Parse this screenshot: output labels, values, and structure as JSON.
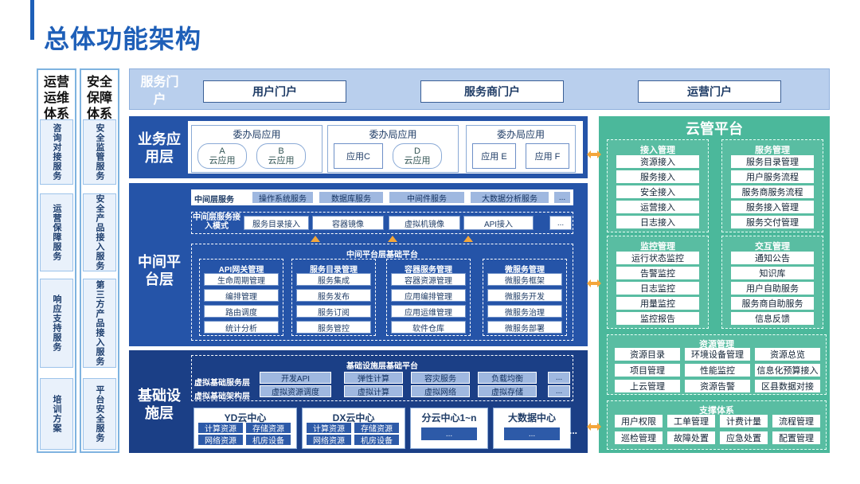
{
  "title": "总体功能架构",
  "left_columns": [
    {
      "head": "运营运维体系",
      "items": [
        "咨询对接服务",
        "运营保障服务",
        "响应支持服务",
        "培训方案"
      ]
    },
    {
      "head": "安全保障体系",
      "items": [
        "安全监管服务",
        "安全产品接入服务",
        "第三方产品接入服务",
        "平台安全服务"
      ]
    }
  ],
  "portal": {
    "label": "服务门户",
    "items": [
      "用户门户",
      "服务商门户",
      "运营门户"
    ]
  },
  "business": {
    "label": "业务应用层",
    "groups": [
      {
        "title": "委办局应用",
        "items": [
          "A\n云应用",
          "B\n云应用"
        ]
      },
      {
        "title": "委办局应用",
        "items": [
          "应用C",
          "D\n云应用"
        ]
      },
      {
        "title": "委办局应用",
        "items": [
          "应用 E",
          "应用 F"
        ]
      }
    ]
  },
  "middle": {
    "label": "中间平台层",
    "services_label": "中间层服务",
    "services": [
      "操作系统服务",
      "数据库服务",
      "中间件服务",
      "大数据分析服务",
      "..."
    ],
    "access_label": "中间层服务接入模式",
    "access": [
      "服务目录接入",
      "容器镜像",
      "虚拟机镜像",
      "API接入",
      "..."
    ],
    "base_title": "中间平台层基础平台",
    "groups": [
      {
        "title": "API网关管理",
        "items": [
          "生命周期管理",
          "编排管理",
          "路由调度",
          "统计分析"
        ]
      },
      {
        "title": "服务目录管理",
        "items": [
          "服务集成",
          "服务发布",
          "服务订阅",
          "服务管控"
        ]
      },
      {
        "title": "容器服务管理",
        "items": [
          "容器资源管理",
          "应用编排管理",
          "应用运维管理",
          "软件仓库"
        ]
      },
      {
        "title": "微服务管理",
        "items": [
          "微服务框架",
          "微服务开发",
          "微服务治理",
          "微服务部署"
        ]
      }
    ]
  },
  "infra": {
    "label": "基础设施层",
    "base_title": "基础设施层基础平台",
    "row_labels": [
      "虚拟基础服务层",
      "虚拟基础架构层"
    ],
    "row1": [
      "开发API",
      "弹性计算",
      "容灾服务",
      "负载均衡",
      "..."
    ],
    "row2": [
      "虚拟资源调度",
      "虚拟计算",
      "虚拟网络",
      "虚拟存储",
      "..."
    ],
    "dcs": [
      {
        "title": "YD云中心",
        "items": [
          "计算资源",
          "存储资源",
          "网络资源",
          "机房设备"
        ]
      },
      {
        "title": "DX云中心",
        "items": [
          "计算资源",
          "存储资源",
          "网络资源",
          "机房设备"
        ]
      },
      {
        "title": "分云中心1~n",
        "items": [
          "..."
        ]
      },
      {
        "title": "大数据中心",
        "items": [
          "..."
        ]
      }
    ],
    "more": "..."
  },
  "cloud": {
    "title": "云管平台",
    "boxes": [
      {
        "title": "接入管理",
        "items": [
          "资源接入",
          "服务接入",
          "安全接入",
          "运营接入",
          "日志接入"
        ]
      },
      {
        "title": "服务管理",
        "items": [
          "服务目录管理",
          "用户服务流程",
          "服务商服务流程",
          "服务接入管理",
          "服务交付管理"
        ]
      },
      {
        "title": "监控管理",
        "items": [
          "运行状态监控",
          "告警监控",
          "日志监控",
          "用量监控",
          "监控报告"
        ]
      },
      {
        "title": "交互管理",
        "items": [
          "通知公告",
          "知识库",
          "用户自助服务",
          "服务商自助服务",
          "信息反馈"
        ]
      }
    ],
    "resource": {
      "title": "资源管理",
      "items": [
        "资源目录",
        "环境设备管理",
        "资源总览",
        "项目管理",
        "性能监控",
        "信息化预算接入",
        "上云管理",
        "资源告警",
        "区县数据对接"
      ]
    },
    "support": {
      "title": "支撑体系",
      "items": [
        "用户权限",
        "工单管理",
        "计费计量",
        "流程管理",
        "巡检管理",
        "故障处置",
        "应急处置",
        "配置管理"
      ]
    }
  },
  "colors": {
    "primary": "#1e5fb8",
    "layer": "#2554a8",
    "cloud": "#4bb89b",
    "arrow": "#f3a63a"
  }
}
